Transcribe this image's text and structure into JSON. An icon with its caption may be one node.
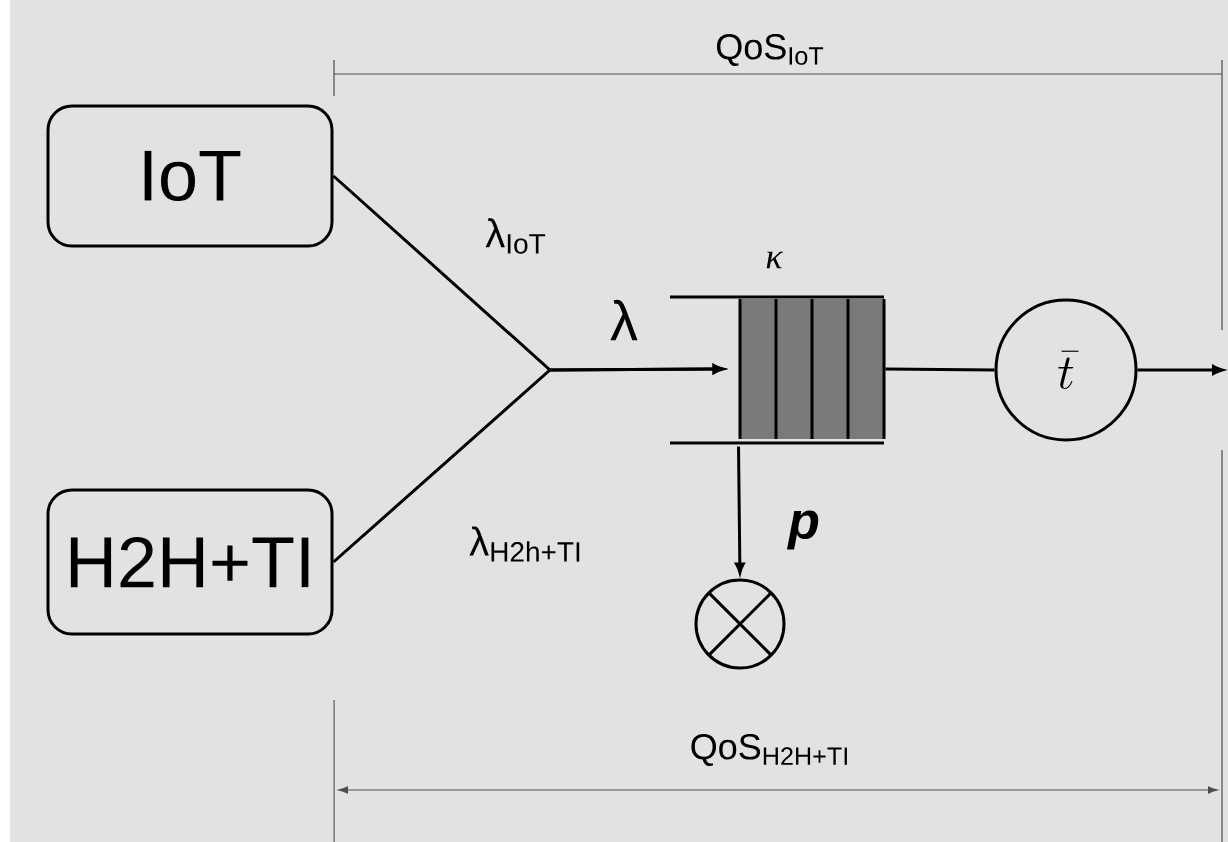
{
  "diagram": {
    "nodes": [
      {
        "text": [
          "IoT"
        ]
      },
      {
        "text": [
          "H2H+TI"
        ]
      },
      {
        "text": [],
        "shape": "queue",
        "beside": [
          "κ"
        ]
      },
      {
        "text": [
          "\\bar{t}"
        ]
      },
      {
        "text": [],
        "shape": "circle"
      }
    ],
    "edges": [
      {
        "from": 0,
        "to": 2,
        "arrow": "to",
        "label": "λ$_{IoT}$"
      },
      {
        "from": 1,
        "to": 2,
        "arrow": "to",
        "label": "λ$_{H2h+TI}$"
      },
      {
        "from": 2,
        "to": 3,
        "arrow": "none"
      },
      {
        "from": 3,
        "to": null,
        "arrow": "to"
      },
      {
        "from": 2,
        "to": 4,
        "arrow": "to",
        "label": "p"
      }
    ],
    "labels": [
      "QoS$_{IoT}$",
      "λ",
      "QoS$_{H2H+TI}$"
    ]
  }
}
